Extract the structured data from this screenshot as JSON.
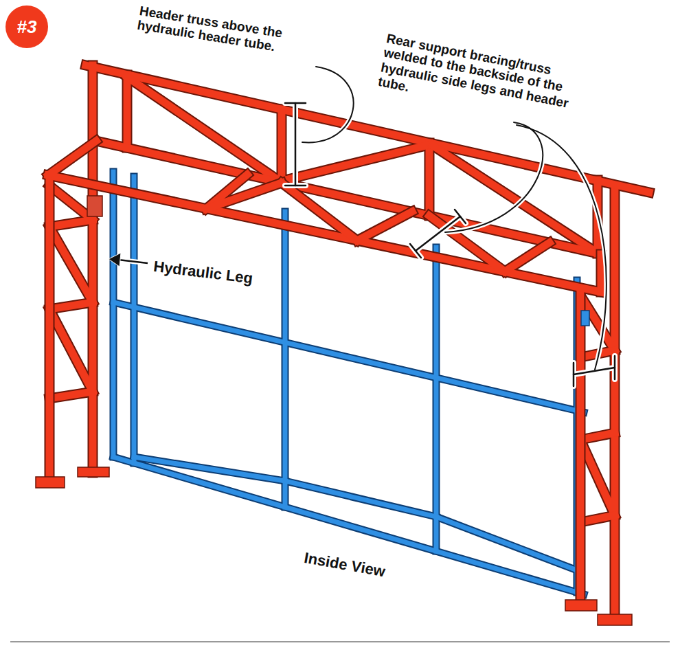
{
  "diagram": {
    "nodes": [
      {
        "text": [
          "#3"
        ]
      }
    ],
    "labels": [
      "Header truss above the hydraulic header tube.",
      "Rear support bracing/truss welded to the backside of the hydraulic side legs and header tube.",
      "Hydraulic Leg",
      "Inside View"
    ]
  }
}
